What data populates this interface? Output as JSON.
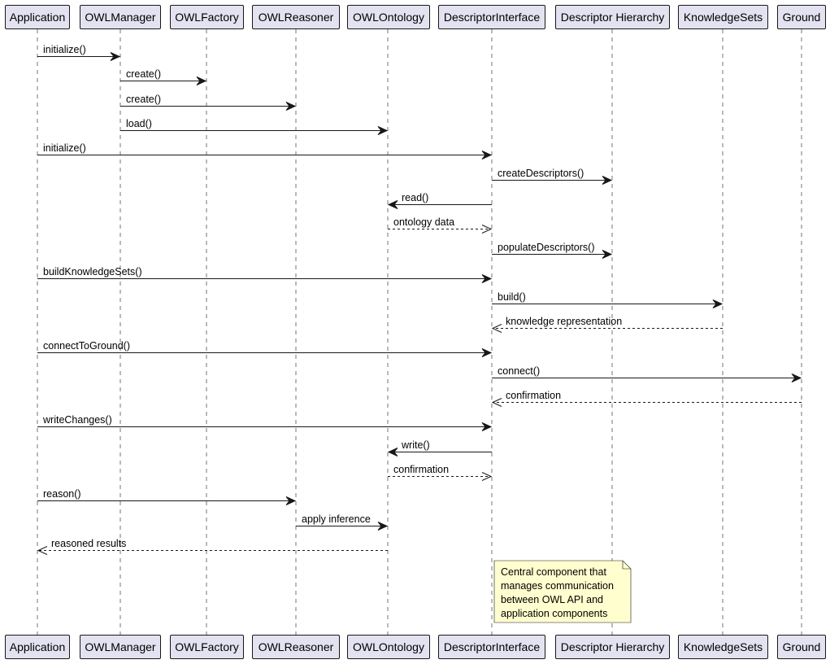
{
  "participants": [
    {
      "id": "app",
      "label": "Application"
    },
    {
      "id": "mgr",
      "label": "OWLManager"
    },
    {
      "id": "fac",
      "label": "OWLFactory"
    },
    {
      "id": "rea",
      "label": "OWLReasoner"
    },
    {
      "id": "ont",
      "label": "OWLOntology"
    },
    {
      "id": "di",
      "label": "DescriptorInterface"
    },
    {
      "id": "dh",
      "label": "Descriptor Hierarchy"
    },
    {
      "id": "ks",
      "label": "KnowledgeSets"
    },
    {
      "id": "gr",
      "label": "Ground"
    }
  ],
  "messages": [
    {
      "from": "app",
      "to": "mgr",
      "label": "initialize()",
      "style": "solid"
    },
    {
      "from": "mgr",
      "to": "fac",
      "label": "create()",
      "style": "solid"
    },
    {
      "from": "mgr",
      "to": "rea",
      "label": "create()",
      "style": "solid"
    },
    {
      "from": "mgr",
      "to": "ont",
      "label": "load()",
      "style": "solid"
    },
    {
      "from": "app",
      "to": "di",
      "label": "initialize()",
      "style": "solid"
    },
    {
      "from": "di",
      "to": "dh",
      "label": "createDescriptors()",
      "style": "solid"
    },
    {
      "from": "di",
      "to": "ont",
      "label": "read()",
      "style": "solid"
    },
    {
      "from": "ont",
      "to": "di",
      "label": "ontology data",
      "style": "dashed"
    },
    {
      "from": "di",
      "to": "dh",
      "label": "populateDescriptors()",
      "style": "solid"
    },
    {
      "from": "app",
      "to": "di",
      "label": "buildKnowledgeSets()",
      "style": "solid"
    },
    {
      "from": "di",
      "to": "ks",
      "label": "build()",
      "style": "solid"
    },
    {
      "from": "ks",
      "to": "di",
      "label": "knowledge representation",
      "style": "dashed"
    },
    {
      "from": "app",
      "to": "di",
      "label": "connectToGround()",
      "style": "solid"
    },
    {
      "from": "di",
      "to": "gr",
      "label": "connect()",
      "style": "solid"
    },
    {
      "from": "gr",
      "to": "di",
      "label": "confirmation",
      "style": "dashed"
    },
    {
      "from": "app",
      "to": "di",
      "label": "writeChanges()",
      "style": "solid"
    },
    {
      "from": "di",
      "to": "ont",
      "label": "write()",
      "style": "solid"
    },
    {
      "from": "ont",
      "to": "di",
      "label": "confirmation",
      "style": "dashed"
    },
    {
      "from": "app",
      "to": "rea",
      "label": "reason()",
      "style": "solid"
    },
    {
      "from": "rea",
      "to": "ont",
      "label": "apply inference",
      "style": "solid"
    },
    {
      "from": "ont",
      "to": "app",
      "label": "reasoned results",
      "style": "dashed"
    }
  ],
  "note": {
    "lines": [
      "Central component that",
      "manages communication",
      "between OWL API and",
      "application components"
    ],
    "fill": "#fefece"
  },
  "colors": {
    "participant_fill": "#e2e2f0",
    "participant_border": "#181818",
    "lifeline": "#181818",
    "arrow": "#181818",
    "note_fill": "#fefece"
  }
}
